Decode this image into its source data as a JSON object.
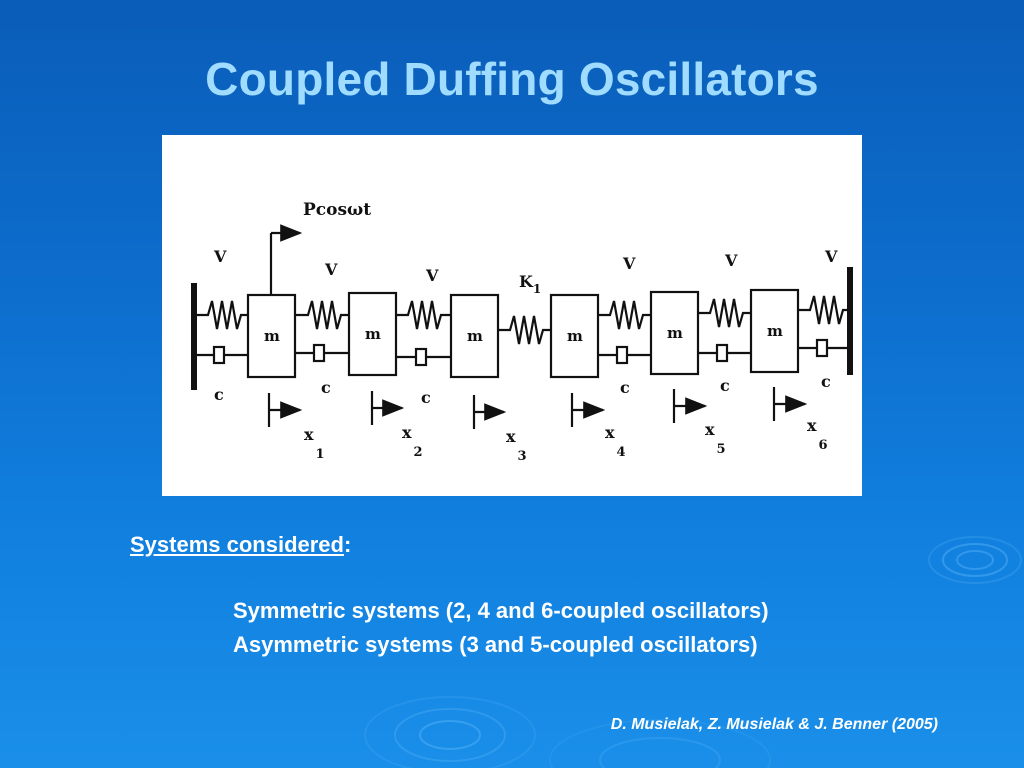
{
  "slide": {
    "title": "Coupled Duffing Oscillators",
    "systems_heading": "Systems considered",
    "systems_colon": ":",
    "line1": "Symmetric systems (2, 4 and 6-coupled oscillators)",
    "line2": "Asymmetric systems (3 and 5-coupled oscillators)",
    "citation": "D. Musielak, Z. Musielak & J. Benner (2005)"
  },
  "diagram": {
    "force_label": "Pcosωt",
    "spring_label": "V",
    "damper_label": "c",
    "mass_label": "m",
    "coupling_label": "K",
    "coupling_sub": "1",
    "disp_label": "x",
    "disp_subs": [
      "1",
      "2",
      "3",
      "4",
      "5",
      "6"
    ]
  },
  "colors": {
    "title": "#9fdcff",
    "text": "#ffffff",
    "background": "#0d6ccc"
  }
}
